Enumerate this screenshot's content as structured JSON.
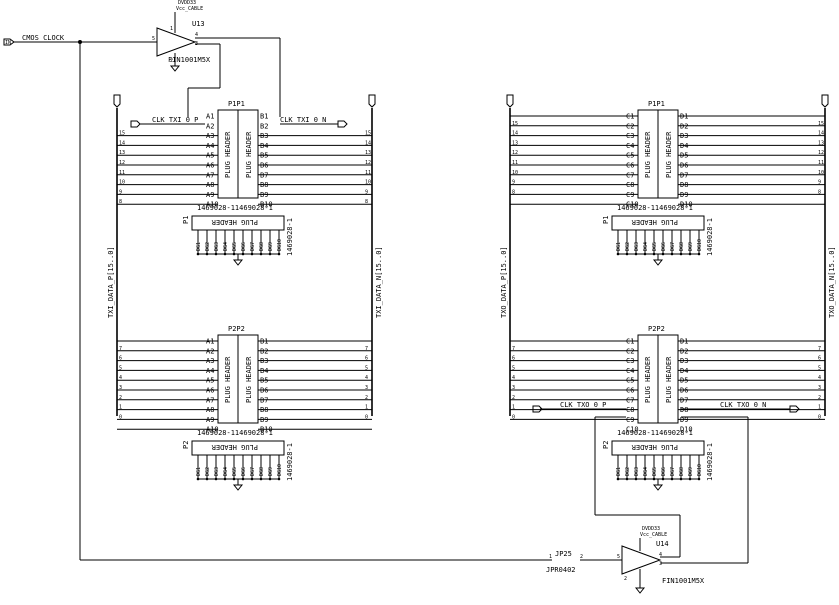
{
  "nets": {
    "cmos_clock": "CMOS_CLOCK",
    "clk_txi_p": "CLK_TXI_0_P",
    "clk_txi_n": "CLK_TXI_0_N",
    "clk_txo_p": "CLK_TXO_0_P",
    "clk_txo_n": "CLK_TXO_0_N",
    "txi_data_p": "TXI_DATA_P[15..0]",
    "txi_data_n": "TXI_DATA_N[15..0]",
    "txo_data_p": "TXO_DATA_P[15..0]",
    "txo_data_n": "TXO_DATA_N[15..0]"
  },
  "u13": {
    "ref": "U13",
    "part": "FIN1001M5X",
    "power": "DVDD33",
    "power_sub": "Vcc_CABLE",
    "pins": [
      "1",
      "2",
      "3",
      "4",
      "5"
    ]
  },
  "u14": {
    "ref": "U14",
    "part": "FIN1001M5X",
    "power": "DVDD33",
    "power_sub": "Vcc_CABLE",
    "pins": [
      "1",
      "2",
      "3",
      "4",
      "5"
    ]
  },
  "jumper": {
    "ref": "JP25",
    "part": "JPR0402",
    "pins": [
      "1",
      "2"
    ]
  },
  "connector": {
    "header_label": "PLUG HEADER",
    "part_number": "1469028-1",
    "part_pair": "1469028-11469028-1",
    "p1_ref": "P1P1",
    "p2_ref": "P2P2",
    "ref_p1": "P1",
    "ref_p2": "P2",
    "rows_a": [
      "A1",
      "A2",
      "A3",
      "A4",
      "A5",
      "A6",
      "A7",
      "A8",
      "A9",
      "A10"
    ],
    "rows_b": [
      "B1",
      "B2",
      "B3",
      "B4",
      "B5",
      "B6",
      "B7",
      "B8",
      "B9",
      "B10"
    ],
    "rows_c": [
      "C1",
      "C2",
      "C3",
      "C4",
      "C5",
      "C6",
      "C7",
      "C8",
      "C9",
      "C10"
    ],
    "rows_d": [
      "D1",
      "D2",
      "D3",
      "D4",
      "D5",
      "D6",
      "D7",
      "D8",
      "D9",
      "D10"
    ],
    "dg_pins": [
      "DG1",
      "DG2",
      "DG3",
      "DG4",
      "DG5",
      "DG6",
      "DG7",
      "DG8",
      "DG9",
      "DG10"
    ]
  },
  "bus_index": {
    "upper": [
      "15",
      "14",
      "13",
      "12",
      "11",
      "10",
      "9",
      "8"
    ],
    "lower": [
      "7",
      "6",
      "5",
      "4",
      "3",
      "2",
      "1",
      "0"
    ]
  }
}
